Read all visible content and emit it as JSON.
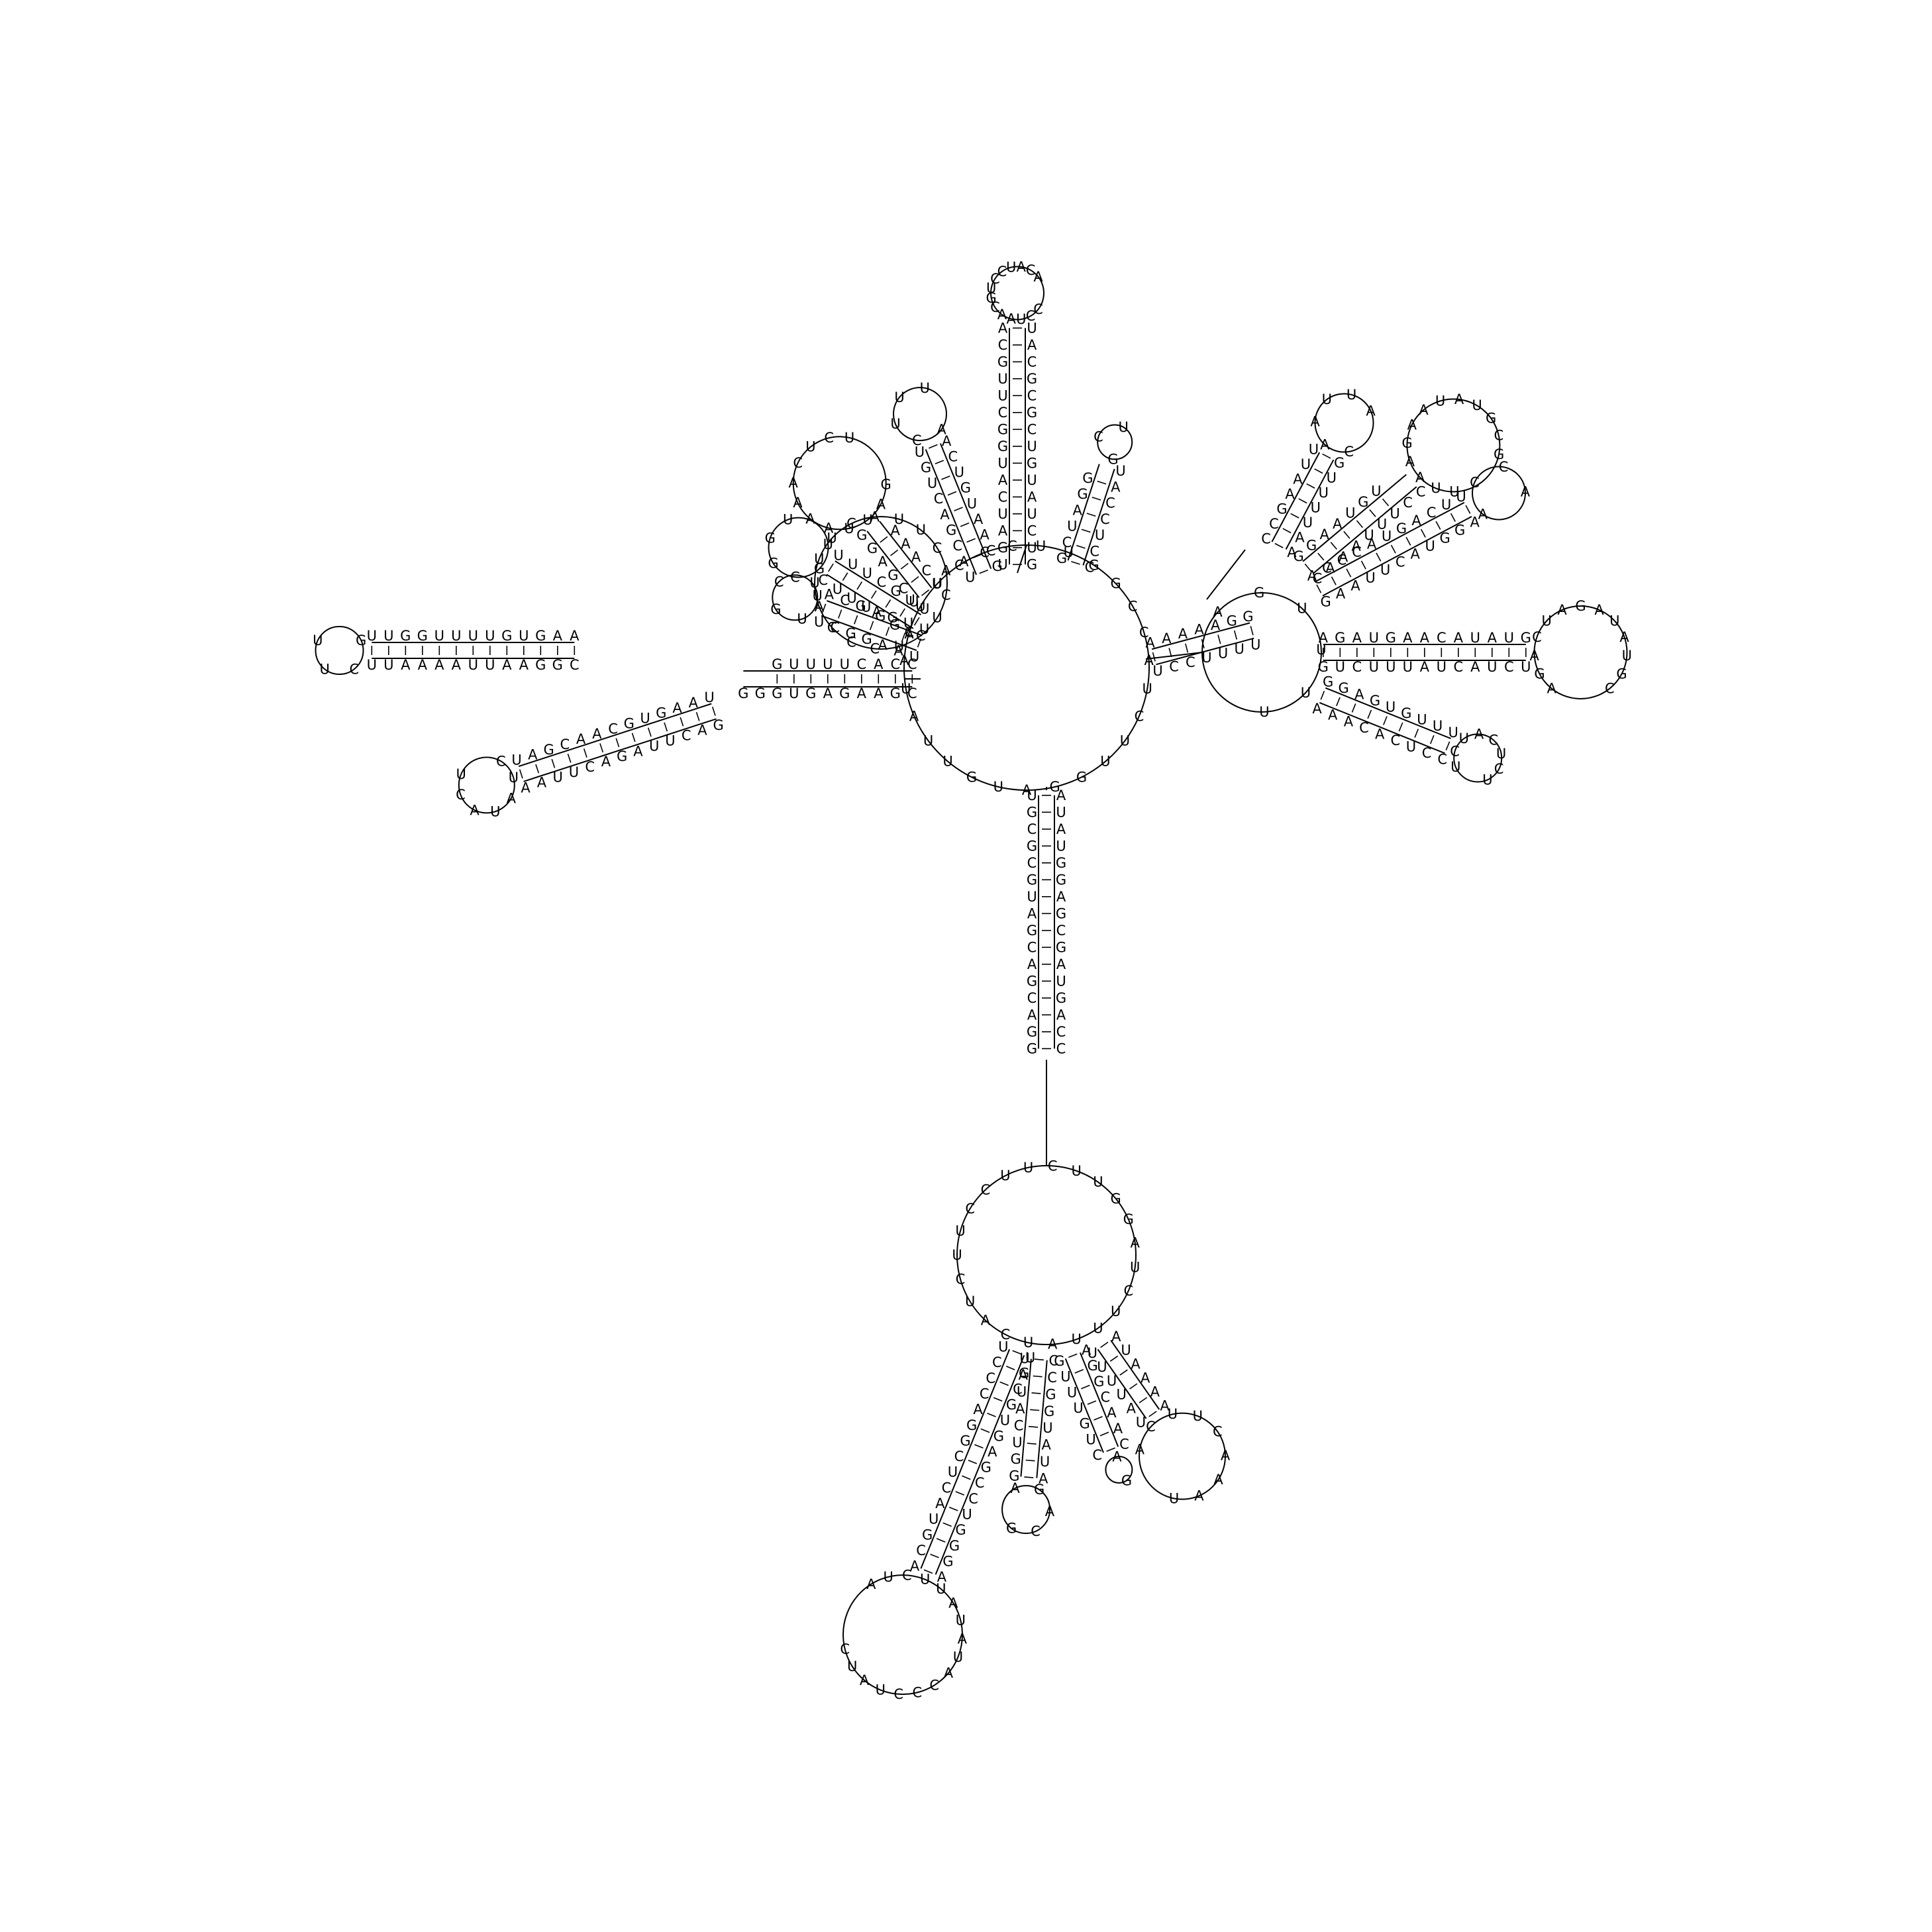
{
  "diagram": {
    "type": "rna-secondary-structure",
    "stems": [
      {
        "id": "top-stem",
        "strand5": "GUCUAUGUCGCGCAU",
        "strand3": "ACGUUCGGUACUAGU",
        "loop_bases": "ACAUCCUGCAAUCC"
      },
      {
        "id": "bottom-stem",
        "strand5": "UGCGCGUAGCAGCAGG",
        "strand3": "CCAGUAGCGAGGUAUA",
        "loop_bases": ""
      },
      {
        "id": "left-stem-long",
        "strand5": "AAGUGUUUUGGUU",
        "strand3": "UUAAAAUUAAGGC",
        "loop_bases": "UUCG"
      },
      {
        "id": "left-stem-lower",
        "strand5": "UAAGUGCAACGAU",
        "strand3": "AAUUCAGAUUCAG",
        "loop_bases": "UCAUAUC"
      },
      {
        "id": "left-stem-a",
        "strand5": "CCACUUUUG",
        "strand3": "GGGUGAGAAGC",
        "loop_bases": ""
      },
      {
        "id": "left-fan-1",
        "strand5": "UCAAA",
        "strand3": "GGAGCU",
        "loop_bases": "UCUCAAAAUUAG"
      },
      {
        "id": "left-fan-2",
        "strand5": "UUGCUUU",
        "strand3": "CUUUGGA",
        "loop_bases": "UGGCGU"
      },
      {
        "id": "left-fan-3",
        "strand5": "UUGAGCA",
        "strand3": "UCGGAAU",
        "loop_bases": "CGUU"
      },
      {
        "id": "top-fan-1",
        "strand5": "GCAAUGUCA",
        "strand3": "UGUCAGCAU",
        "loop_bases": "UUUCA"
      },
      {
        "id": "top-fan-2",
        "strand5": "CCUCCAU",
        "strand3": "GGAUCG",
        "loop_bases": "UCG"
      },
      {
        "id": "right-junction-stem",
        "strand5": "UCCUUUU",
        "strand3": "GGAAAAA",
        "loop_bases": ""
      },
      {
        "id": "right-fan-1",
        "strand5": "AAUUUUG",
        "strand3": "UUAAGCC",
        "loop_bases": "AUUAAC"
      },
      {
        "id": "right-fan-2",
        "strand5": "CAAAUUUCC",
        "strand3": "UGUAAGG",
        "loop_bases": "GCGUAUAAGAAUU"
      },
      {
        "id": "right-fan-3",
        "strand5": "GAAUUCAUGGA",
        "strand3": "UUCAGUACCCA",
        "loop_bases": "ACCA"
      },
      {
        "id": "right-fan-4",
        "strand5": "GUCUUUAUCAUCU",
        "strand3": "GUAUACAAGUAGA",
        "loop_bases": "CGUAUAGAUCAGA"
      },
      {
        "id": "right-fan-5",
        "strand5": "AAACACUCC",
        "strand3": "UUUGUGAGG",
        "loop_bases": "UCUCAUCU"
      },
      {
        "id": "bottom-fan-1",
        "strand5": "UCCCAGGCUCAUGCA",
        "strand3": "AGGGUCCGAGUGCGU",
        "loop_bases": "CUAUCCCAUAUAUUCUA"
      },
      {
        "id": "bottom-fan-2",
        "strand5": "UAUACUGG",
        "strand3": "AUAUGGCC",
        "loop_bases": "GCAGA"
      },
      {
        "id": "bottom-fan-3",
        "strand5": "GUUUGUC",
        "strand3": "CAACGGA",
        "loop_bases": "GA"
      },
      {
        "id": "bottom-fan-4",
        "strand5": "UUUUAU",
        "strand3": "AAAAUA",
        "loop_bases": "UAAACUUCA"
      }
    ],
    "junction_loops": [
      {
        "id": "central-loop",
        "bases": "GUUAUACUUCCCUUGGCCAUCUUGGAU"
      },
      {
        "id": "right-loop",
        "bases": "AGUUUU"
      },
      {
        "id": "bottom-loop",
        "bases": "UCUUUAUCAUCUUCCUUCUUGGA"
      },
      {
        "id": "left-loop",
        "bases": "CUCUCCCAUUUCAUUCA"
      }
    ]
  }
}
